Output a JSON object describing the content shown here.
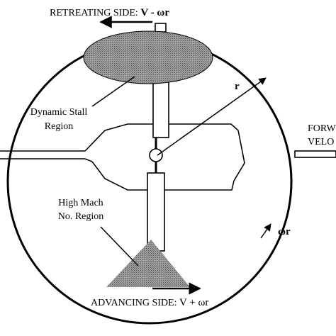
{
  "labels": {
    "retreating_prefix": "RETREATING SIDE: ",
    "retreating_formula": "V - ωr",
    "advancing_prefix": "ADVANCING SIDE: ",
    "advancing_formula": "V + ωr",
    "radius": "r",
    "rotation": "ωr",
    "dynamic_stall_line1": "Dynamic Stall",
    "dynamic_stall_line2": "Region",
    "high_mach_line1": "High Mach",
    "high_mach_line2": "No. Region",
    "forward_velocity_line1": "FORW",
    "forward_velocity_line2": "VELO"
  },
  "colors": {
    "stroke": "#000000",
    "region_fill": "#8a8a8a",
    "background": "#ffffff"
  },
  "patterns": {
    "shading": "stipple"
  }
}
